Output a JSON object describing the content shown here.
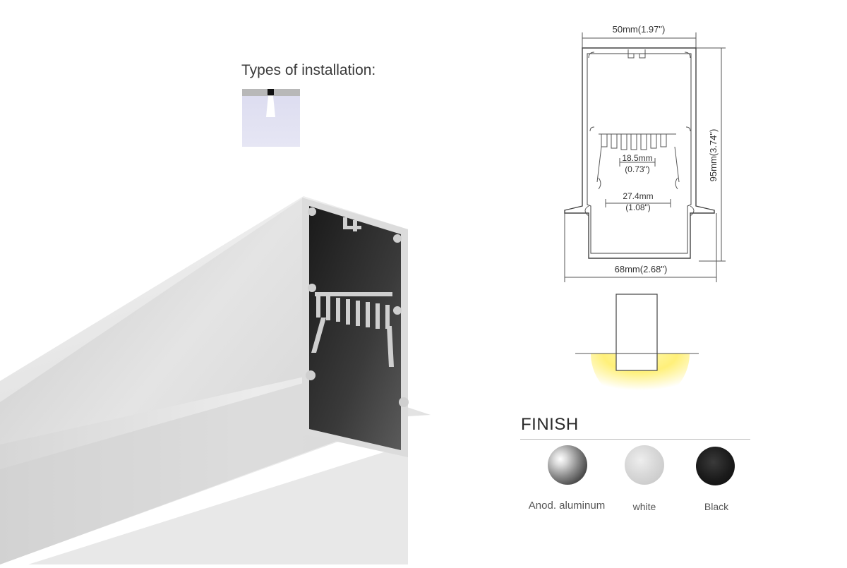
{
  "installation": {
    "title": "Types of installation:",
    "icon_name": "recessed-ceiling-light-icon"
  },
  "drawing": {
    "top_width": "50mm(1.97\")",
    "height": "95mm(3.74\")",
    "inner_top": "18.5mm",
    "inner_top_in": "(0.73\")",
    "inner_bottom": "27.4mm",
    "inner_bottom_in": "(1.08\")",
    "bottom_width": "68mm(2.68\")"
  },
  "finish": {
    "title": "FINISH",
    "options": [
      {
        "label": "Anod. aluminum",
        "color": "#8a8a8a"
      },
      {
        "label": "white",
        "color": "#d8d8d8"
      },
      {
        "label": "Black",
        "color": "#1b1b1b"
      }
    ]
  },
  "colors": {
    "profile_aluminum": "#d9d9d9",
    "profile_interior": "#0e0e0e",
    "beam_light": "#fff3a0",
    "line": "#555555"
  }
}
